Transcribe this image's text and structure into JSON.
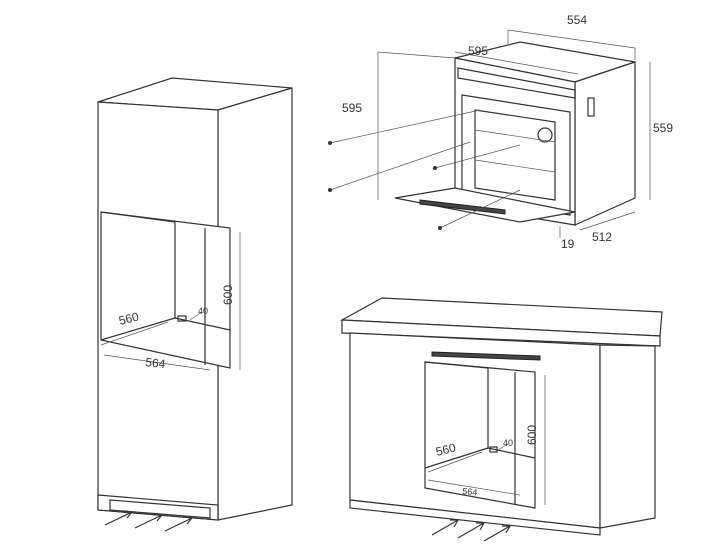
{
  "oven_dimensions": {
    "width_top": "554",
    "width_front": "595",
    "height": "595",
    "depth": "559",
    "door_offset": "19",
    "body_depth": "512"
  },
  "tall_cabinet": {
    "niche_depth": "560",
    "vent_gap": "40",
    "niche_height": "600",
    "niche_width": "564"
  },
  "base_cabinet": {
    "niche_depth": "560",
    "vent_gap": "40",
    "niche_height": "600",
    "niche_width": "564"
  }
}
